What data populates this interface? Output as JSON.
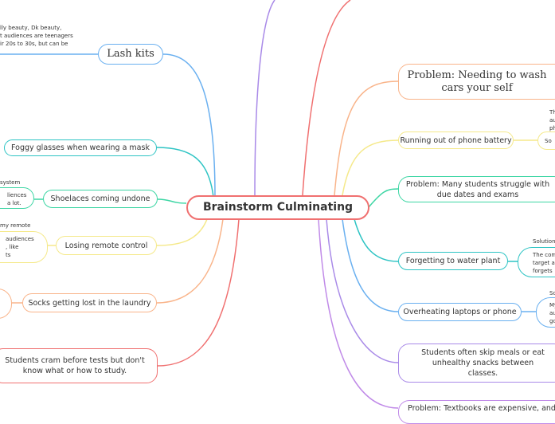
{
  "center": {
    "label": "Brainstorm Culminating"
  },
  "left": [
    {
      "label": "Lash kits",
      "color": "#6ab0f0",
      "note": [
        "lly beauty, Dk beauty,",
        "t audiences are teenagers",
        "ir 20s to 30s, but can be"
      ]
    },
    {
      "label": "Foggy glasses when wearing a mask",
      "color": "#2ec4c4"
    },
    {
      "label": "Shoelaces coming undone",
      "color": "#3dd6a4",
      "note": [
        "system"
      ],
      "sub": [
        "liences",
        "a lot."
      ]
    },
    {
      "label": "Losing remote control",
      "color": "#f5e98a",
      "note": [
        "my remote"
      ],
      "sub": [
        "audiences",
        ", like",
        "ts"
      ]
    },
    {
      "label": "Socks getting lost in the laundry",
      "color": "#f9b48a"
    },
    {
      "label": "Students cram before tests but don't know what or how to study.",
      "color": "#f07070"
    }
  ],
  "right": [
    {
      "label": "Problem: Needing to wash cars your self",
      "color": "#f9b48a"
    },
    {
      "label": "Running out of phone battery",
      "color": "#f5e98a",
      "note": [
        "Th",
        "au",
        "ph"
      ],
      "sub": [
        "So"
      ]
    },
    {
      "label": "Problem: Many students struggle with due dates and exams",
      "color": "#3dd6a4"
    },
    {
      "label": "Forgetting to water plant",
      "color": "#2ec4c4",
      "note": [
        "Solution"
      ],
      "sub": [
        "The com",
        "target a",
        "forgets"
      ]
    },
    {
      "label": "Overheating laptops or phone",
      "color": "#6ab0f0",
      "note": [
        "So"
      ],
      "sub": [
        "My",
        "au",
        "go"
      ]
    },
    {
      "label": "Students often skip meals or eat unhealthy snacks between classes.",
      "color": "#a98ae8"
    },
    {
      "label": "Problem: Textbooks are expensive, and",
      "color": "#c08ae8"
    }
  ]
}
